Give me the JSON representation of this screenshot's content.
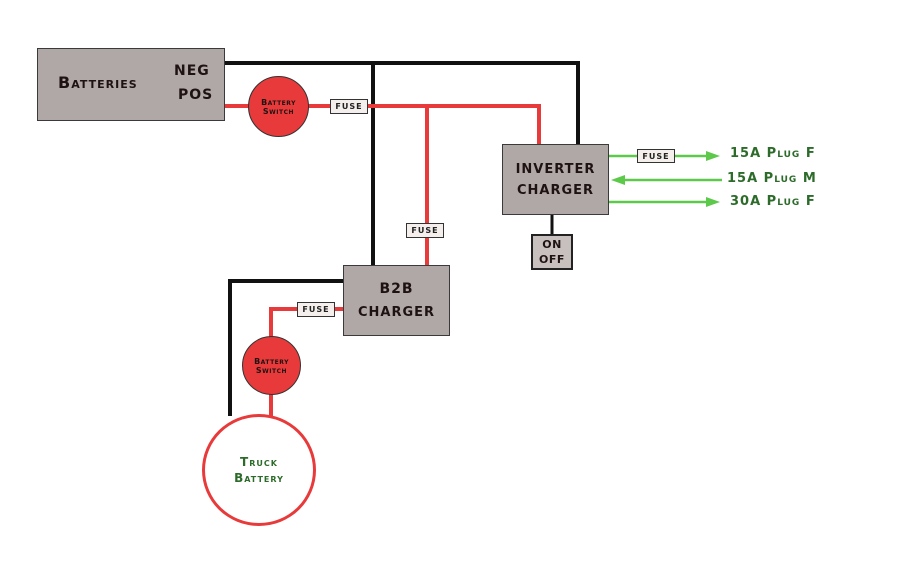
{
  "diagram": {
    "colors": {
      "positive_wire": "#e83a3a",
      "negative_wire": "#111111",
      "ac_wire": "#5cc94a",
      "component_fill": "#b0a8a6",
      "label_green": "#2d6b2a"
    },
    "batteries": {
      "label": "Batteries",
      "neg": "NEG",
      "pos": "POS"
    },
    "battery_switch_main": {
      "line1": "Battery",
      "line2": "Switch"
    },
    "fuse_main": "FUSE",
    "fuse_b2b_feed": "FUSE",
    "fuse_b2b_truck": "FUSE",
    "fuse_ac_out": "FUSE",
    "inverter": {
      "line1": "INVERTER",
      "line2": "CHARGER"
    },
    "on_off": {
      "line1": "ON",
      "line2": "OFF"
    },
    "b2b": {
      "line1": "B2B",
      "line2": "CHARGER"
    },
    "battery_switch_truck": {
      "line1": "Battery",
      "line2": "Switch"
    },
    "truck_battery": {
      "line1": "Truck",
      "line2": "Battery"
    },
    "ac_outputs": [
      {
        "label": "15A Plug F",
        "direction": "out"
      },
      {
        "label": "15A Plug M",
        "direction": "in"
      },
      {
        "label": "30A Plug F",
        "direction": "out"
      }
    ]
  }
}
